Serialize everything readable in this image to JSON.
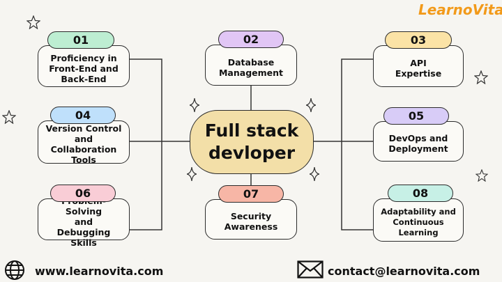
{
  "brand": {
    "logo_text": "LearnoVita",
    "logo_color": "#f29a1a"
  },
  "center": {
    "title": "Full stack\ndevloper",
    "color": "#f3dfa8"
  },
  "nodes": [
    {
      "num": "01",
      "label": "Proficiency in\nFront-End and\nBack-End",
      "color": "#bdeed2"
    },
    {
      "num": "02",
      "label": "Database\nManagement",
      "color": "#e1c6f5"
    },
    {
      "num": "03",
      "label": "API\nExpertise",
      "color": "#fbe3a6"
    },
    {
      "num": "04",
      "label": "Version Control\nand Collaboration\nTools",
      "color": "#bfe0fb"
    },
    {
      "num": "05",
      "label": "DevOps and\nDeployment",
      "color": "#d8ccf7"
    },
    {
      "num": "06",
      "label": "Problem-Solving\nand\nDebugging Skills",
      "color": "#f9cdd6"
    },
    {
      "num": "07",
      "label": "Security\nAwareness",
      "color": "#f7b6a6"
    },
    {
      "num": "08",
      "label": "Adaptability and\nContinuous\nLearning",
      "color": "#c7f0e6"
    }
  ],
  "footer": {
    "website": "www.learnovita.com",
    "website_icon": "globe-icon",
    "email": "contact@learnovita.com",
    "email_icon": "mail-icon"
  }
}
